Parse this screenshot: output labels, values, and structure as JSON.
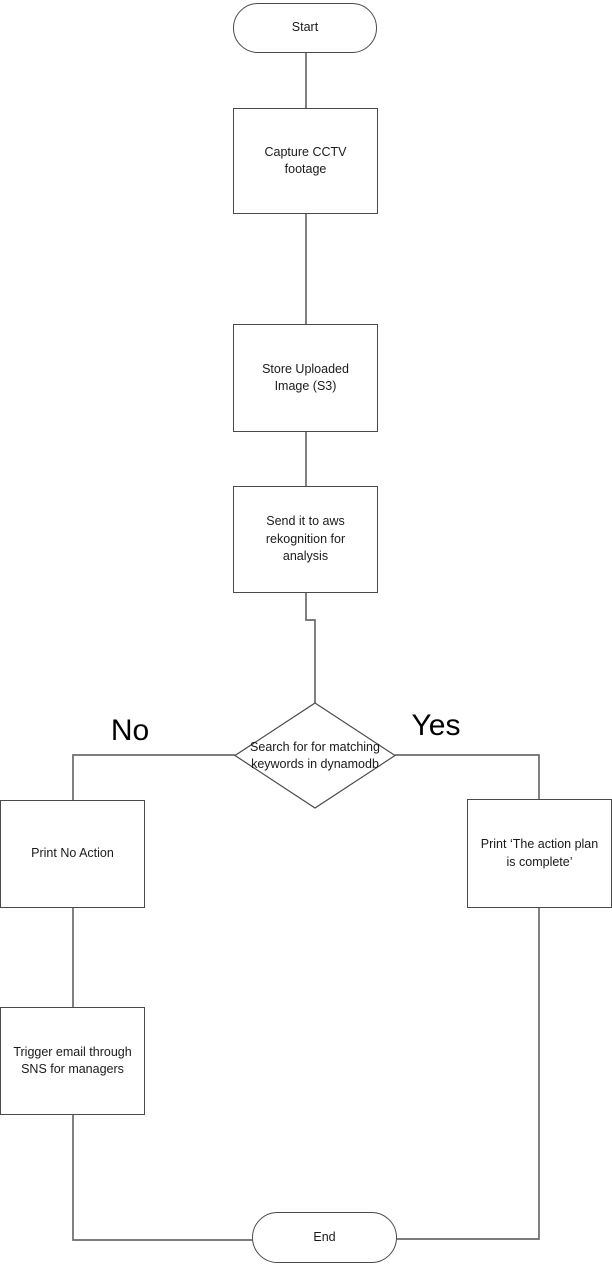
{
  "diagram": {
    "nodes": {
      "start": {
        "label": "Start",
        "shape": "terminator"
      },
      "capture_footage": {
        "label": "Capture CCTV footage",
        "shape": "process"
      },
      "store_image": {
        "label": "Store Uploaded Image (S3)",
        "shape": "process"
      },
      "send_rekognition": {
        "label": "Send it to aws rekognition for analysis",
        "shape": "process"
      },
      "search_keywords": {
        "label": "Search for for matching keywords in dynamodb",
        "shape": "decision"
      },
      "print_no_action": {
        "label": "Print No Action",
        "shape": "process"
      },
      "print_complete": {
        "label": "Print ‘The action plan is complete’",
        "shape": "process"
      },
      "trigger_email": {
        "label": "Trigger email through SNS for managers",
        "shape": "process"
      },
      "end": {
        "label": "End",
        "shape": "terminator"
      }
    },
    "edge_labels": {
      "no": "No",
      "yes": "Yes"
    },
    "colors": {
      "background": "#ffffff",
      "shape_border": "#4a4a4a",
      "connector": "#6b6b6b",
      "text": "#1a1a1a"
    }
  }
}
